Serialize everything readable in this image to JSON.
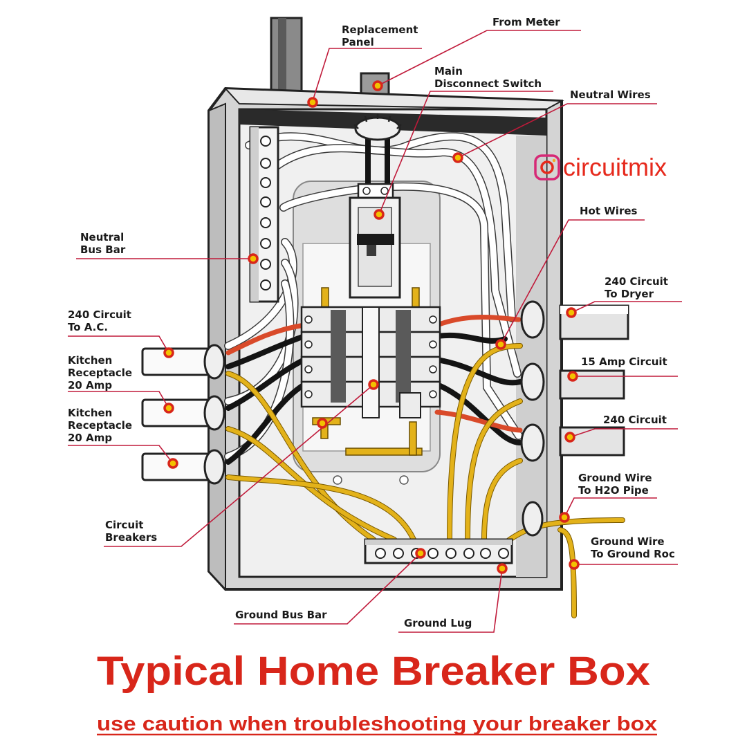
{
  "title": "Typical Home Breaker Box",
  "subtitle": "use caution when troubleshooting your breaker box",
  "brand": {
    "handle": "circuitmix",
    "icon": "instagram-icon",
    "color": "#e6291c"
  },
  "colors": {
    "title": "#d8261a",
    "leader": "#c01a3a",
    "marker_fill": "#f2c200",
    "marker_ring": "#d8261a"
  },
  "labels": {
    "replacement_panel": [
      "Replacement",
      "Panel"
    ],
    "from_meter": [
      "From Meter"
    ],
    "main_disconnect": [
      "Main",
      "Disconnect Switch"
    ],
    "neutral_wires": [
      "Neutral Wires"
    ],
    "neutral_bus_bar": [
      "Neutral",
      "Bus Bar"
    ],
    "hot_wires": [
      "Hot Wires"
    ],
    "circuit_240_dryer": [
      "240 Circuit",
      "To Dryer"
    ],
    "circuit_240_ac": [
      "240 Circuit",
      "To A.C."
    ],
    "kitchen_1": [
      "Kitchen",
      "Receptacle",
      "20 Amp"
    ],
    "kitchen_2": [
      "Kitchen",
      "Receptacle",
      "20 Amp"
    ],
    "amp_15": [
      "15 Amp Circuit"
    ],
    "circuit_240": [
      "240 Circuit"
    ],
    "ground_h2o": [
      "Ground Wire",
      "To H2O Pipe"
    ],
    "ground_rod": [
      "Ground Wire",
      "To Ground Roc"
    ],
    "circuit_breakers": [
      "Circuit",
      "Breakers"
    ],
    "ground_bus_bar": [
      "Ground Bus Bar"
    ],
    "ground_lug": [
      "Ground Lug"
    ]
  }
}
